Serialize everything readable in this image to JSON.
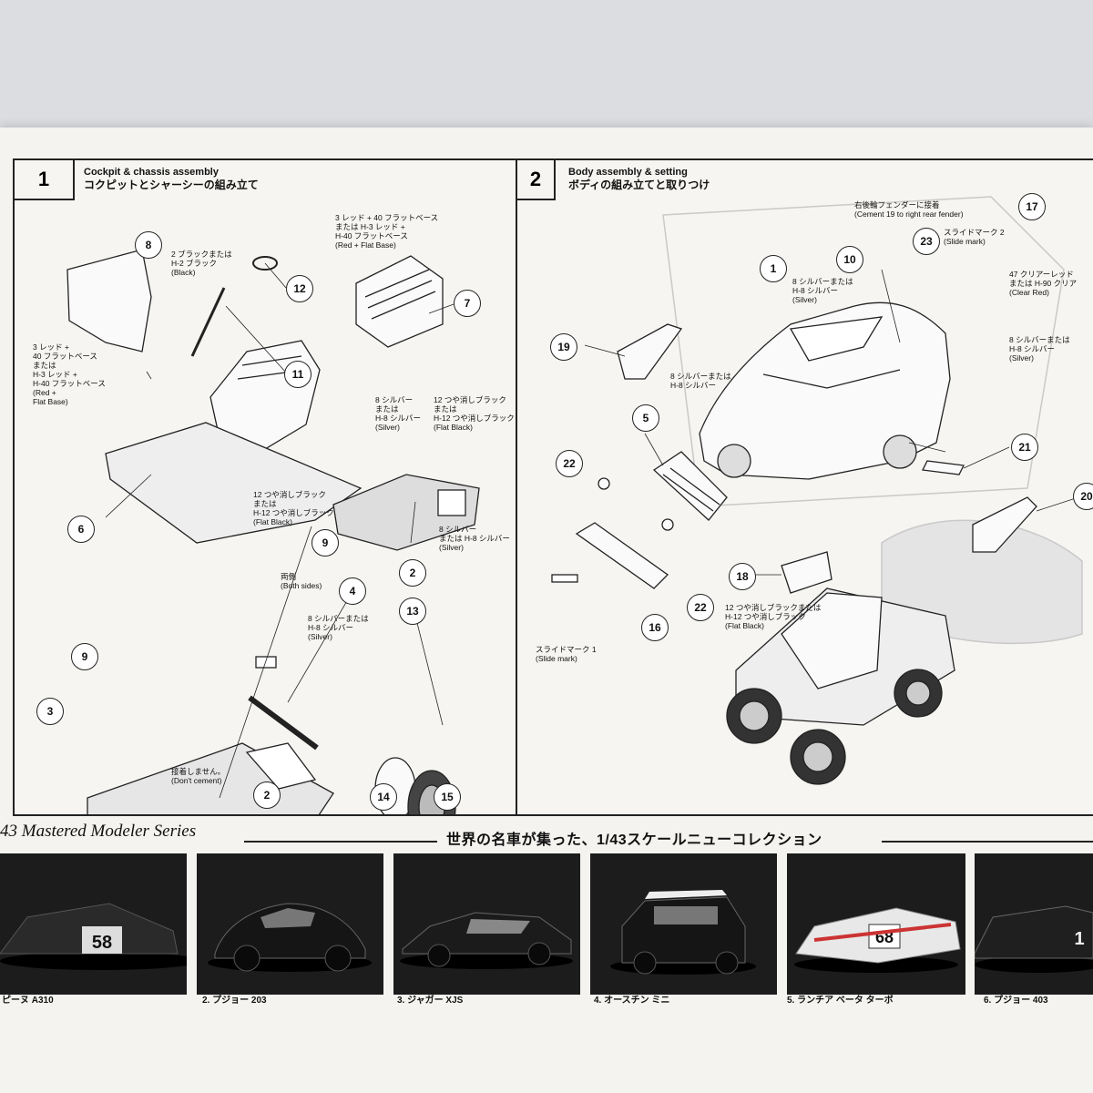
{
  "step1": {
    "number": "1",
    "title_en": "Cockpit & chassis assembly",
    "title_jp": "コクピットとシャーシーの組み立て",
    "callouts": [
      "8",
      "12",
      "7",
      "11",
      "6",
      "9",
      "4",
      "13",
      "2",
      "9",
      "3",
      "2",
      "14",
      "15"
    ],
    "notes": {
      "black": "2 ブラックまたは\nH-2 ブラック\n(Black)",
      "red_flat_right": "3 レッド + 40 フラットベース\nまたは H-3 レッド +\nH-40 フラットベース\n(Red + Flat Base)",
      "red_flat_left": "3 レッド +\n40 フラットベース\nまたは\nH-3 レッド +\nH-40 フラットベース\n(Red +\nFlat Base)",
      "silver_a": "8 シルバー\nまたは\nH-8 シルバー\n(Silver)",
      "flat_black_a": "12 つや消しブラック\nまたは\nH-12 つや消しブラック\n(Flat Black)",
      "flat_black_b": "12 つや消しブラック\nまたは\nH-12 つや消しブラック\n(Flat Black)",
      "silver_b": "8 シルバー\nまたは H-8 シルバー\n(Silver)",
      "both_sides": "両側\n(Both sides)",
      "silver_c": "8 シルバーまたは\nH-8 シルバー\n(Silver)",
      "dont_cement": "接着しません。\n(Don't cement)"
    }
  },
  "step2": {
    "number": "2",
    "title_en": "Body assembly & setting",
    "title_jp": "ボディの組み立てと取りつけ",
    "callouts": [
      "1",
      "10",
      "23",
      "17",
      "19",
      "5",
      "22",
      "21",
      "20",
      "18",
      "22",
      "16"
    ],
    "notes": {
      "fender": "右後輪フェンダーに接着\n(Cement 19 to right rear fender)",
      "slide2": "スライドマーク 2\n(Slide mark)",
      "silver_body": "8 シルバーまたは\nH-8 シルバー\n(Silver)",
      "clear_red": "47 クリアーレッド\nまたは H-90 クリア\n(Clear Red)",
      "silver_right": "8 シルバーまたは\nH-8 シルバー\n(Silver)",
      "silver_mid": "8 シルバーまたは\nH-8 シルバー",
      "flat_black": "12 つや消しブラックまたは\nH-12 つや消しブラック\n(Flat Black)",
      "slide1": "スライドマーク 1\n(Slide mark)"
    }
  },
  "series": {
    "title": "43 Mastered Modeler Series",
    "subtitle": "世界の名車が集った、1/43スケールニューコレクション"
  },
  "cars": [
    {
      "caption": "ピーヌ A310",
      "number": "58"
    },
    {
      "caption": "2. プジョー 203",
      "number": ""
    },
    {
      "caption": "3. ジャガー XJS",
      "number": ""
    },
    {
      "caption": "4. オースチン ミニ",
      "number": ""
    },
    {
      "caption": "5. ランチア ベータ ターボ",
      "number": "68"
    },
    {
      "caption": "6. プジョー 403",
      "number": "1"
    }
  ]
}
